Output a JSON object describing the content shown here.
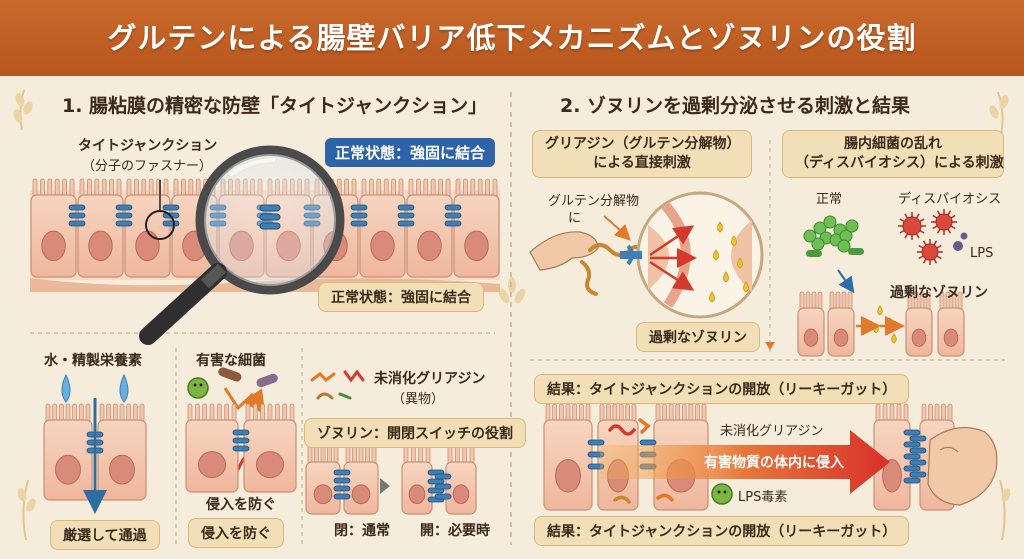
{
  "title": "グルテンによる腸壁バリア低下メカニズムとゾヌリンの役割",
  "colors": {
    "banner": "#c0612a",
    "background": "#f6ecdb",
    "tag_blue": "#2f63a8",
    "tag_tan": "#f2dfb8",
    "cell": "#f3c6ad",
    "nucleus": "#d98a78",
    "junction": "#3e7fb5",
    "arrow_red": "#d33a2c"
  },
  "section1": {
    "title": "1. 腸粘膜の精密な防壁「タイトジャンクション」",
    "tj_label_line1": "タイトジャンクション",
    "tj_label_line2": "（分子のファスナー）",
    "normal_state_tag": "正常状態：強固に結合",
    "normal_state_tag_2": "正常状態：強固に結合",
    "panel_water": {
      "label": "水・精製栄養素",
      "caption": "厳選して通過"
    },
    "panel_bacteria": {
      "label": "有害な細菌",
      "inner_text": "侵入を防ぐ",
      "caption": "侵入を防ぐ"
    },
    "panel_zonulin": {
      "gliadin_line1": "未消化グリアジン",
      "gliadin_line2": "（異物）",
      "role_tag": "ゾヌリン：開閉スイッチの役割",
      "closed_label": "閉：通常",
      "open_label": "開：必要時"
    }
  },
  "section2": {
    "title": "2. ゾヌリンを過剰分泌させる刺激と結果",
    "gliadin_box": {
      "tag_line1": "グリアジン（グルテン分解物）",
      "tag_line2": "による直接刺激",
      "arrow_label_line1": "グルテン分解物",
      "arrow_label_line2": "に",
      "excess_tag": "過剰なゾヌリン"
    },
    "dysbiosis_box": {
      "tag_line1": "腸内細菌の乱れ",
      "tag_line2": "（ディスバイオシス）による刺激",
      "normal_label": "正常",
      "dysbiosis_label": "ディスバイオシス",
      "lps_label": "LPS",
      "excess_label": "過剰なゾヌリン"
    },
    "result": {
      "tag_top": "結果：タイトジャンクションの開放（リーキーガット）",
      "gliadin_label": "未消化グリアジン",
      "invasion_label": "有害物質の体内に侵入",
      "lps_toxin_label": "LPS毒素",
      "tag_bottom": "結果：タイトジャンクションの開放（リーキーガット）"
    }
  }
}
